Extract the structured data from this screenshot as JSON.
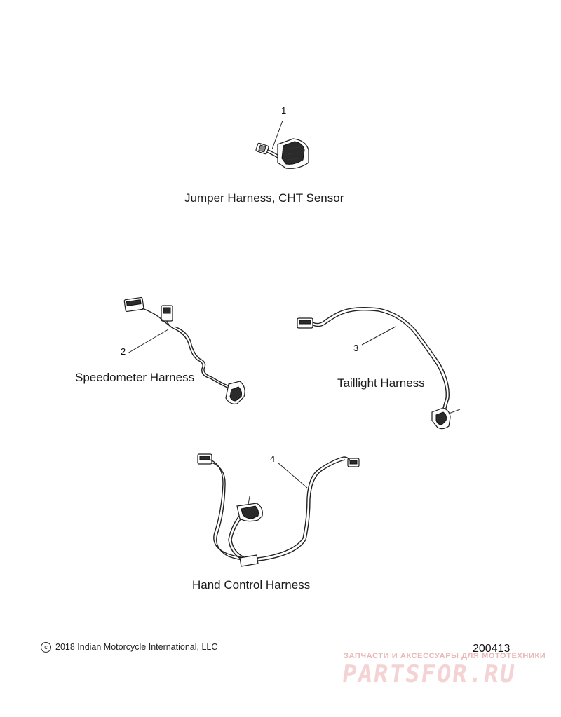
{
  "parts": [
    {
      "callout": "1",
      "name": "Jumper Harness, CHT Sensor"
    },
    {
      "callout": "2",
      "name": "Speedometer Harness"
    },
    {
      "callout": "3",
      "name": "Taillight Harness"
    },
    {
      "callout": "4",
      "name": "Hand Control Harness"
    }
  ],
  "footer": {
    "copyright_symbol": "c",
    "copyright": "2018 Indian Motorcycle International, LLC",
    "figure_number": "200413"
  },
  "watermark": {
    "tagline": "ЗАПЧАСТИ И АКСЕССУАРЫ ДЛЯ МОТОТЕХНИКИ",
    "logo": "PARTSFOR.RU"
  }
}
